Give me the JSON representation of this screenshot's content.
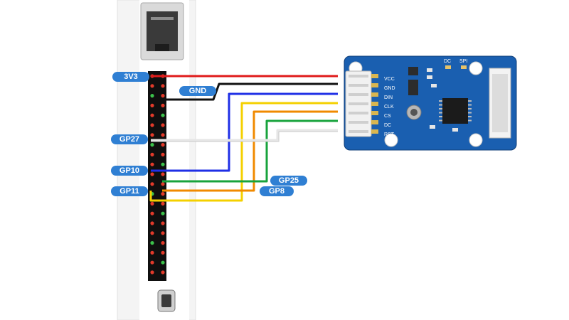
{
  "labels": {
    "v3v3": "3V3",
    "gnd": "GND",
    "gp27": "GP27",
    "gp10": "GP10",
    "gp11": "GP11",
    "gp25": "GP25",
    "gp8": "GP8"
  },
  "module": {
    "pins": [
      "VCC",
      "GND",
      "DIN",
      "CLK",
      "CS",
      "DC",
      "RST"
    ],
    "silkscreen": [
      "DC",
      "SPI"
    ]
  },
  "colors": {
    "vcc": "#e01b1b",
    "gnd": "#111111",
    "din": "#1f2fe6",
    "clk": "#f4d000",
    "cs": "#f08a00",
    "dc": "#18a33c",
    "rst": "#e6e6e6",
    "label_bg": "#2f7fd3",
    "pcb": "#1a5fb0"
  }
}
